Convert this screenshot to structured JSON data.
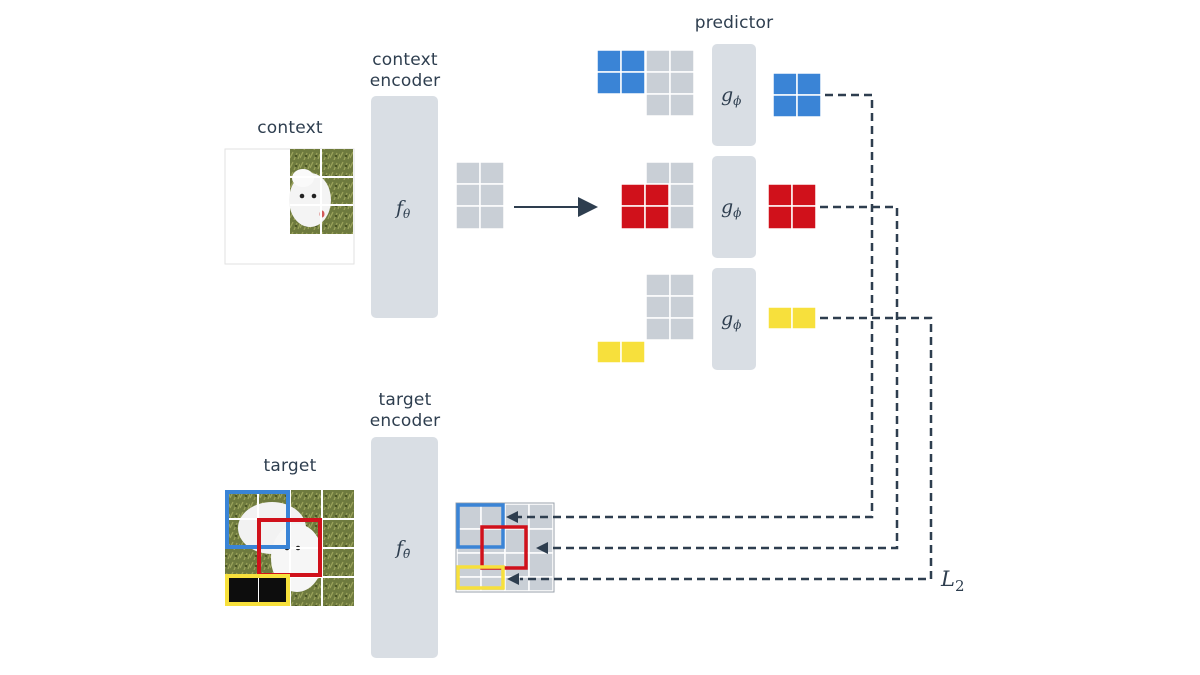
{
  "labels": {
    "context": "context",
    "context_encoder_1": "context",
    "context_encoder_2": "encoder",
    "target": "target",
    "target_encoder_1": "target",
    "target_encoder_2": "encoder",
    "predictor": "predictor"
  },
  "math": {
    "f_main": "f",
    "f_context_sub": "θ",
    "f_target_sub": "θ̄",
    "g_main": "g",
    "g_sub": "ϕ",
    "loss_main": "L",
    "loss_sub": "2"
  },
  "colors": {
    "blue": "#3a84d6",
    "red": "#d0111b",
    "yellow": "#f7e03c",
    "gray_patch": "#c9cfd6",
    "encoder_block": "#d9dee4",
    "dark_line": "#2e3e4f"
  }
}
